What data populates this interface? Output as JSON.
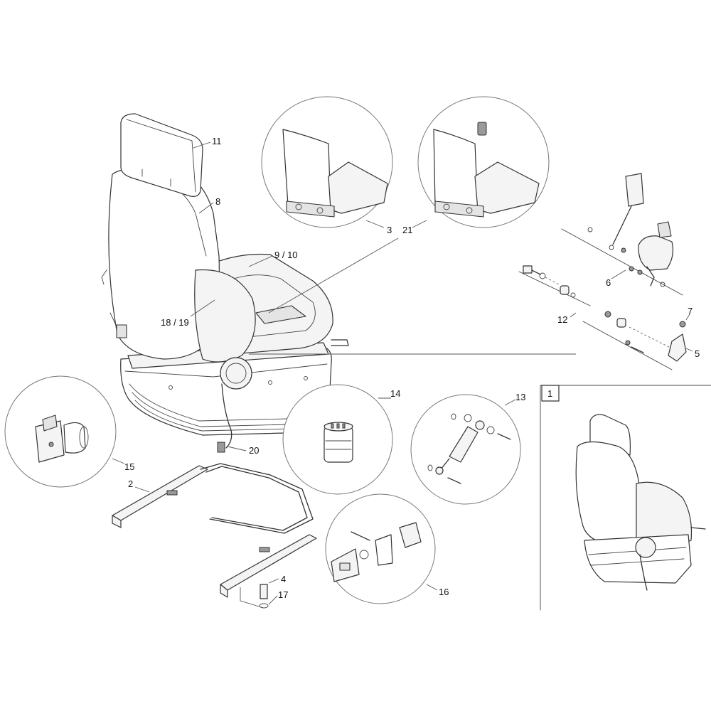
{
  "callouts": {
    "c11": "11",
    "c8": "8",
    "c9_10": "9 / 10",
    "c18_19": "18 / 19",
    "c3": "3",
    "c21": "21",
    "c6": "6",
    "c12": "12",
    "c7": "7",
    "c5": "5",
    "c14": "14",
    "c13": "13",
    "c15": "15",
    "c2": "2",
    "c20": "20",
    "c4": "4",
    "c17": "17",
    "c16": "16"
  },
  "variant_box": {
    "label": "1"
  }
}
